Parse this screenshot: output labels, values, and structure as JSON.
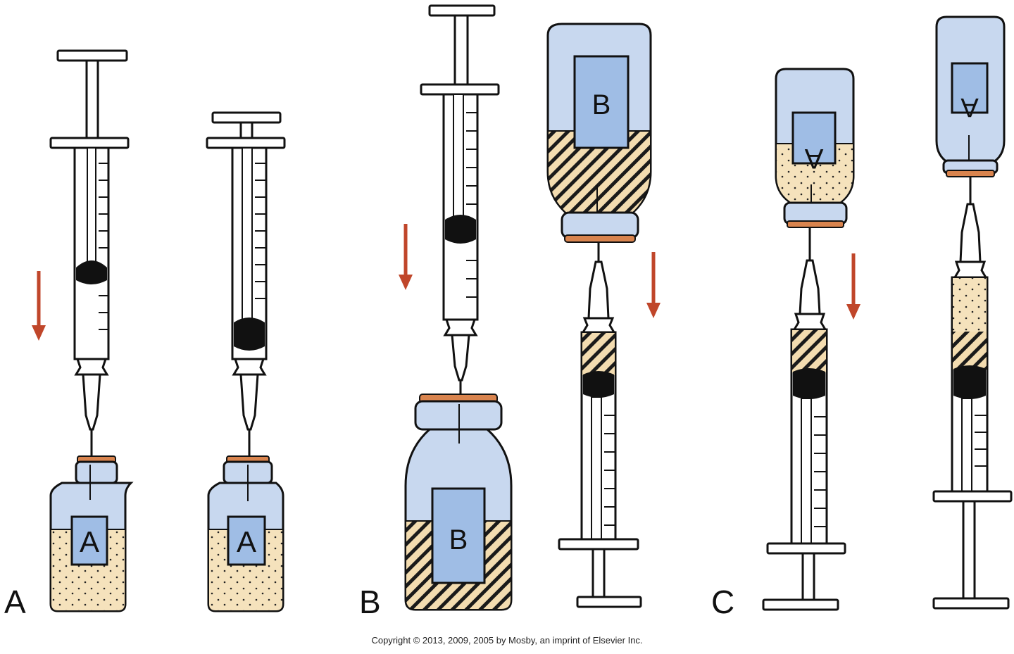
{
  "panels": [
    {
      "letter": "A"
    },
    {
      "letter": "B"
    },
    {
      "letter": "C"
    }
  ],
  "vial_labels": {
    "a": "A",
    "b": "B"
  },
  "copyright": "Copyright © 2013, 2009, 2005 by Mosby, an imprint of Elsevier Inc.",
  "colors": {
    "vial_glass": "#c8d8ef",
    "vial_label": "#9fbde5",
    "powder_fill": "#f5e2bc",
    "stopper": "#d9844e",
    "arrow": "#c0462a",
    "outline": "#111111"
  }
}
